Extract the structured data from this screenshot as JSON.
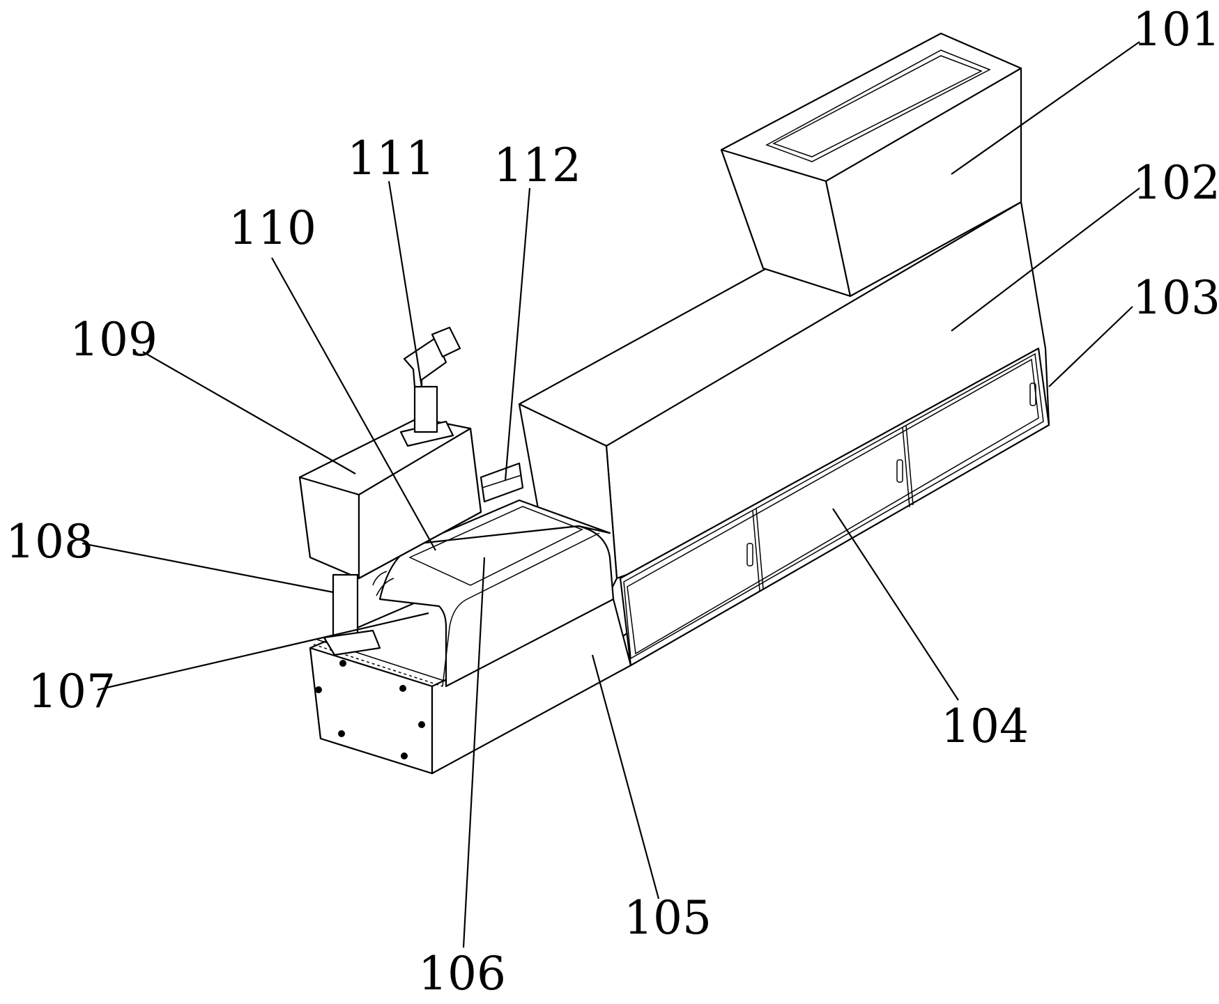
{
  "diagram": {
    "labels": [
      {
        "id": "101",
        "text": "101"
      },
      {
        "id": "102",
        "text": "102"
      },
      {
        "id": "103",
        "text": "103"
      },
      {
        "id": "104",
        "text": "104"
      },
      {
        "id": "105",
        "text": "105"
      },
      {
        "id": "106",
        "text": "106"
      },
      {
        "id": "107",
        "text": "107"
      },
      {
        "id": "108",
        "text": "108"
      },
      {
        "id": "109",
        "text": "109"
      },
      {
        "id": "110",
        "text": "110"
      },
      {
        "id": "111",
        "text": "111"
      },
      {
        "id": "112",
        "text": "112"
      }
    ]
  }
}
